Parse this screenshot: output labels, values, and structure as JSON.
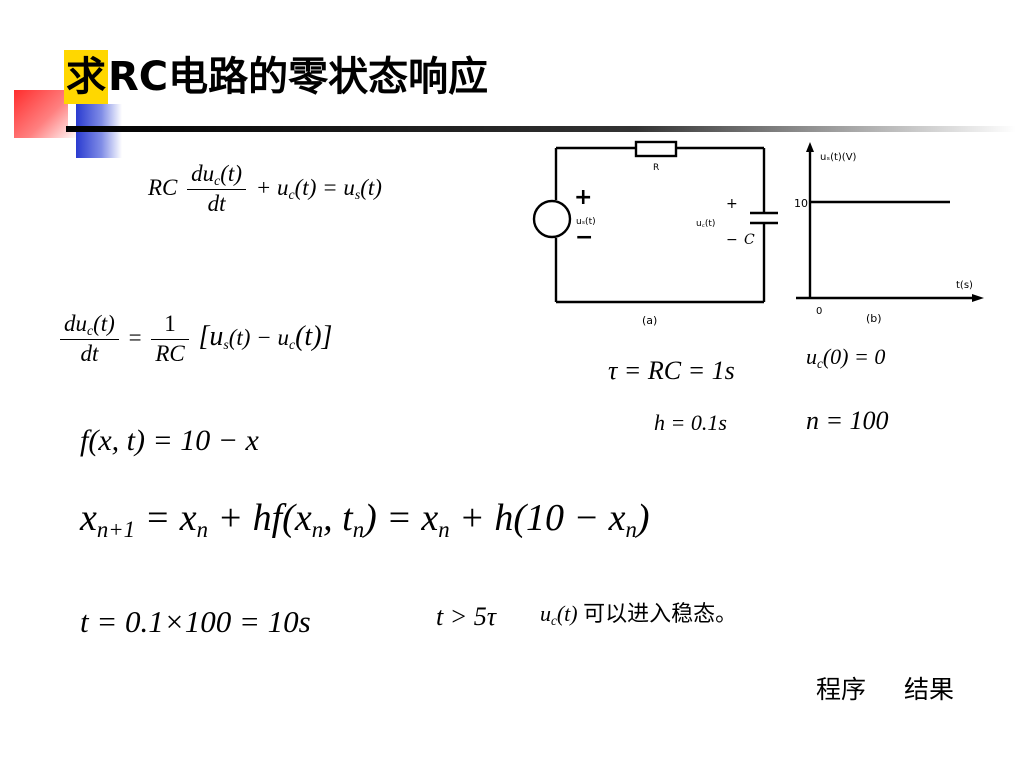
{
  "slide": {
    "title_highlight": "求",
    "title_rest": "RC电路的零状态响应",
    "accent_colors": {
      "highlight": "#ffd700",
      "red": "#ff3b3b",
      "blue": "#3344cc"
    }
  },
  "equations": {
    "ode": {
      "lhs_pre": "RC",
      "num": "du",
      "num_sub": "c",
      "num_arg": "(t)",
      "den": "dt",
      "rhs": "+ u",
      "rhs_sub": "c",
      "rhs_arg": "(t) = u",
      "rhs_sub2": "s",
      "rhs_arg2": "(t)"
    },
    "deriv": {
      "num": "du",
      "num_sub": "c",
      "num_arg": "(t)",
      "den": "dt",
      "eq": "=",
      "k_num": "1",
      "k_den": "RC",
      "bracket": "[u",
      "b_sub1": "s",
      "b_mid": "(t) − u",
      "b_sub2": "c",
      "b_end": "(t)]"
    },
    "f": "f(x, t) = 10 − x",
    "iter": {
      "a": "x",
      "a_sub": "n+1",
      "b": " = x",
      "b_sub": "n",
      "c": " + hf(x",
      "c_sub": "n",
      "d": ", t",
      "d_sub": "n",
      "e": ") = x",
      "e_sub": "n",
      "f": " + h(10 − x",
      "f_sub": "n",
      "g": ")"
    },
    "tau": "τ = RC = 1s",
    "init": {
      "pre": "u",
      "sub": "c",
      "post": "(0) = 0"
    },
    "h": "h = 0.1s",
    "n": "n = 100",
    "t_total": "t = 0.1×100 = 10s",
    "t_cond": "t > 5τ",
    "steady": {
      "pre": "u",
      "sub": "c",
      "post": "(t)",
      "text": "可以进入稳态。"
    }
  },
  "circuit": {
    "resistor": "R",
    "source_plus": "+",
    "source_minus": "−",
    "source_label": "uₛ(t)",
    "cap_plus": "+",
    "cap_minus": "−",
    "cap_name": "C",
    "cap_label": "u꜀(t)",
    "caption": "(a)"
  },
  "source_graph": {
    "y_label": "uₛ(t)(V)",
    "x_label": "t(s)",
    "y_tick": "10",
    "origin": "0",
    "caption": "(b)"
  },
  "footer": {
    "program": "程序",
    "result": "结果"
  }
}
